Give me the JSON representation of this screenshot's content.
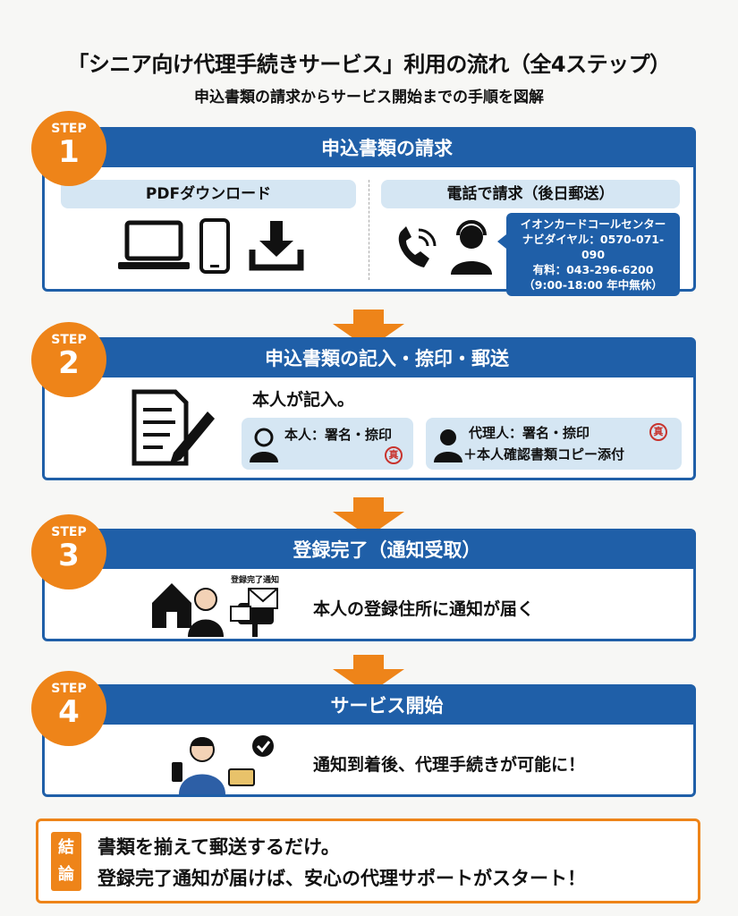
{
  "title": "「シニア向け代理手続きサービス」利用の流れ（全4ステップ）",
  "subtitle": "申込書類の請求からサービス開始までの手順を図解",
  "step_label": "STEP",
  "steps": [
    {
      "number": "1",
      "title": "申込書類の請求",
      "left_heading": "PDFダウンロード",
      "right_heading": "電話で請求（後日郵送）",
      "callout": [
        "イオンカードコールセンター",
        "ナビダイヤル：0570-071-090",
        "有料：043-296-6200",
        "（9:00-18:00 年中無休）"
      ]
    },
    {
      "number": "2",
      "title": "申込書類の記入・捺印・郵送",
      "lead": "本人が記入。",
      "self": "本人：署名・捺印",
      "proxy": "代理人：署名・捺印",
      "proxy_extra": "＋本人確認書類コピー添付",
      "seal": "真"
    },
    {
      "number": "3",
      "title": "登録完了（通知受取）",
      "notice_label": "登録完了通知",
      "text": "本人の登録住所に通知が届く"
    },
    {
      "number": "4",
      "title": "サービス開始",
      "text": "通知到着後、代理手続きが可能に！"
    }
  ],
  "conclusion": {
    "tag": [
      "結",
      "論"
    ],
    "line1": "書類を揃えて郵送するだけ。",
    "line2": "登録完了通知が届けば、安心の代理サポートがスタート！"
  },
  "colors": {
    "blue": "#1f5fa8",
    "orange": "#ee8419"
  }
}
